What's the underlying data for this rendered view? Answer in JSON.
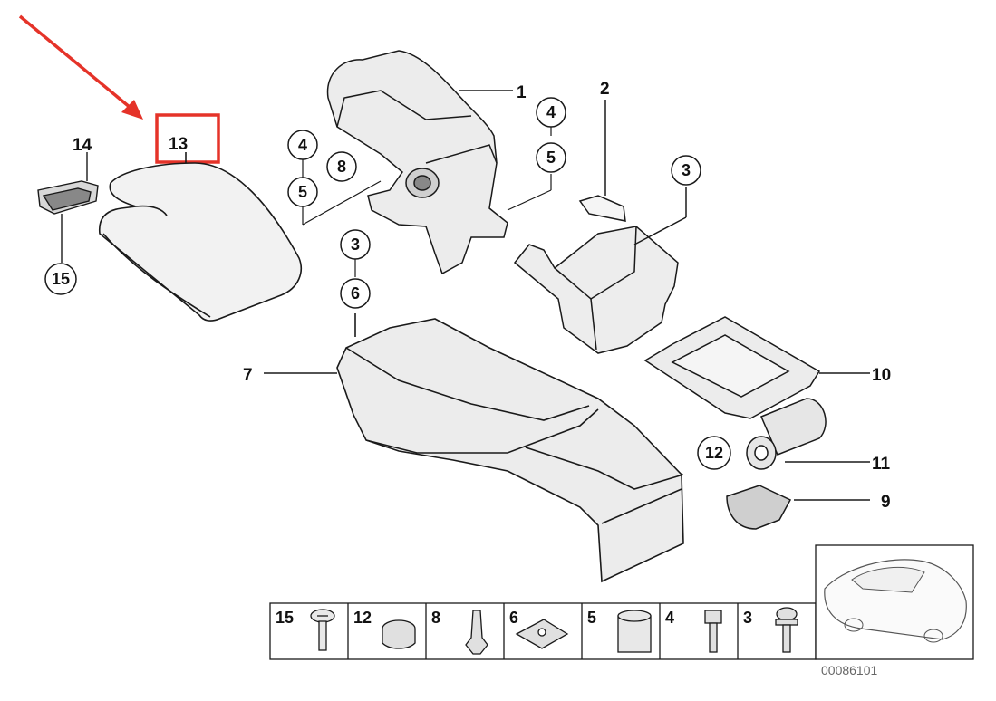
{
  "diagram": {
    "image_id": "00086101",
    "highlighted_part": "13",
    "colors": {
      "highlight": "#e53329",
      "line": "#1a1a1a",
      "part_fill": "#f0f0f0"
    },
    "callouts": [
      "1",
      "2",
      "3",
      "4",
      "5",
      "7",
      "9",
      "10",
      "11",
      "13",
      "14"
    ],
    "circled_labels": [
      "4",
      "5",
      "3",
      "8",
      "15",
      "3",
      "6",
      "12",
      "4",
      "5"
    ],
    "legend": [
      "15",
      "12",
      "8",
      "6",
      "5",
      "4",
      "3"
    ]
  }
}
